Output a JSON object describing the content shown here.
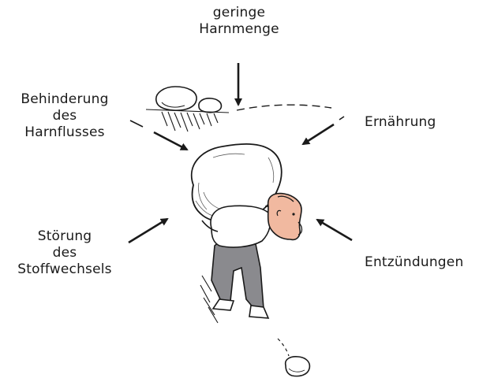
{
  "labels": {
    "top": [
      "geringe",
      "Harnmenge"
    ],
    "left1": [
      "Behinderung",
      "des",
      "Harnflusses"
    ],
    "left2": [
      "Störung",
      "des",
      "Stoffwechsels"
    ],
    "right1": [
      "Ernährung"
    ],
    "right2": [
      "Entzündungen"
    ]
  },
  "colors": {
    "text": "#1a1a1a",
    "skin": "#f1b9a0",
    "trousers": "#8a8a8e",
    "stone": "#ffffff",
    "outline": "#1a1a1a"
  }
}
